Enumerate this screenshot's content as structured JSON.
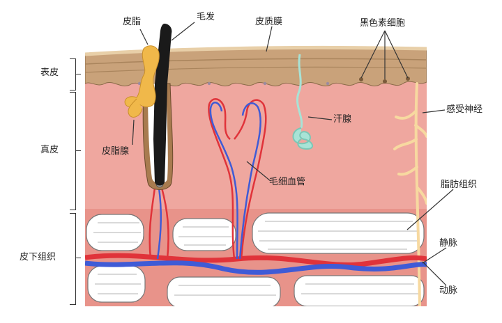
{
  "labels": {
    "sebum": "皮脂",
    "hair": "毛发",
    "cuticle": "皮质膜",
    "melanocyte": "黑色素细胞",
    "epidermis": "表皮",
    "dermis": "真皮",
    "subcutis": "皮下组织",
    "sebaceous_gland": "皮脂腺",
    "sweat_gland": "汗腺",
    "sensory_nerve": "感受神经",
    "capillary": "毛细血管",
    "fat_tissue": "脂肪组织",
    "vein": "静脉",
    "artery": "动脉"
  },
  "colors": {
    "epidermis": "#c9a27a",
    "dermis": "#efa79f",
    "subcutis": "#e8938a",
    "artery": "#e0333a",
    "vein": "#3f5bd6",
    "sebum": "#f0b84a",
    "hair": "#1a1a1a",
    "sweat_gland": "#a8e3d6",
    "nerve": "#f7d9a0"
  }
}
